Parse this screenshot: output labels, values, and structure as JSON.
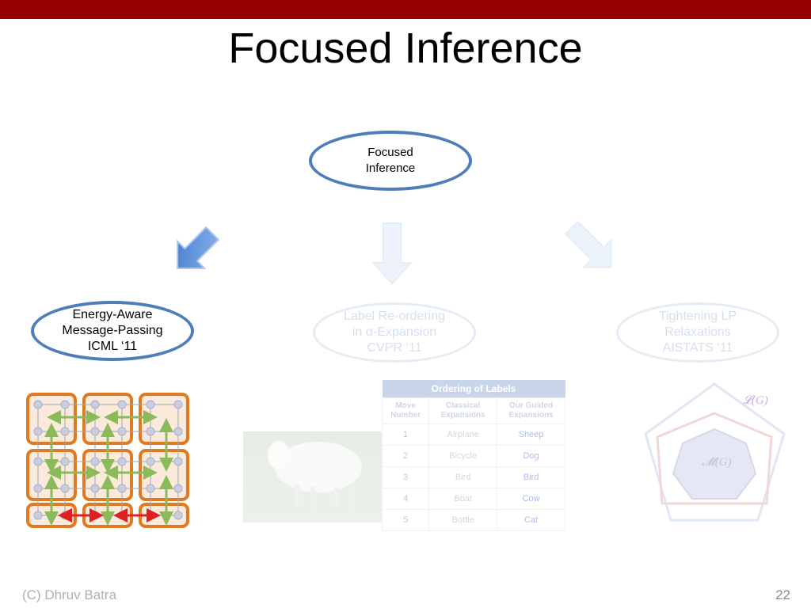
{
  "title": "Focused Inference",
  "nodes": {
    "top": "Focused\nInference",
    "left": "Energy-Aware\nMessage-Passing\nICML ‘11",
    "middle": "Label Re-ordering\nin α-Expansion\nCVPR ‘11",
    "right": "Tightening LP\nRelaxations\nAISTATS ‘11"
  },
  "table": {
    "title": "Ordering of Labels",
    "headers": [
      "Move\nNumber",
      "Classical\nExpansions",
      "Our Guided\nExpansions"
    ],
    "rows": [
      [
        "1",
        "Airplane",
        "Sheep"
      ],
      [
        "2",
        "Bicycle",
        "Dog"
      ],
      [
        "3",
        "Bird",
        "Bird"
      ],
      [
        "4",
        "Boat",
        "Cow"
      ],
      [
        "5",
        "Bottle",
        "Cat"
      ]
    ]
  },
  "polytope": {
    "outer_label": "𝓛(G)",
    "inner_label": "𝓜(G)"
  },
  "footer": {
    "author": "(C) Dhruv Batra",
    "page": "22"
  },
  "colors": {
    "topbar": "#990000",
    "ellipse_active": "#4e7db8",
    "ellipse_faded": "#e4ecf6",
    "grid_node": "#e07a22",
    "message_green": "#8aba5a",
    "message_red": "#e02020"
  }
}
